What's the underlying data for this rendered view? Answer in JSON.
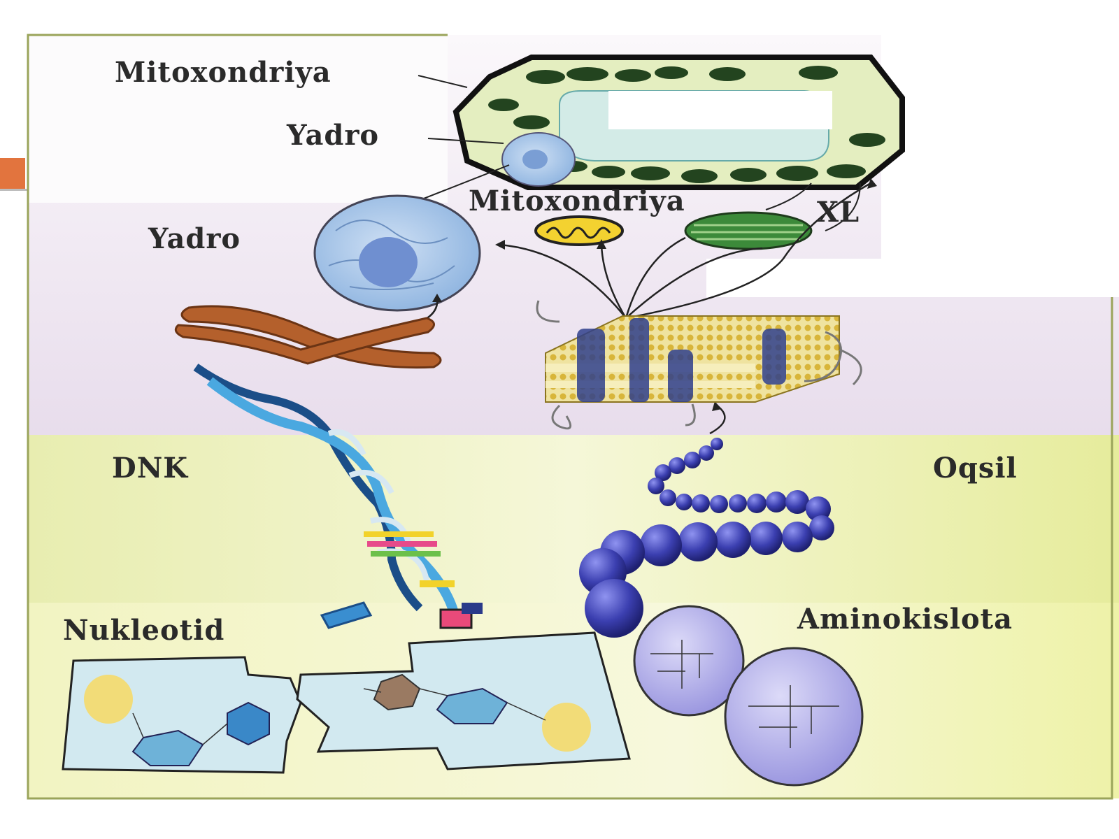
{
  "labels": {
    "mito_top": "Mitoxondriya",
    "yadro_top": "Yadro",
    "mito_mid": "Mitoxondriya",
    "xl": "XL",
    "yadro": "Yadro",
    "dnk": "DNK",
    "oqsil": "Oqsil",
    "nukleotid": "Nukleotid",
    "aminokislota": "Aminokislota"
  },
  "colors": {
    "accent": "#e2743e",
    "frame_border": "#9aa45a",
    "band_top": "#ece2ef",
    "band_mid": "#eef2b0",
    "band_bottom": "#f1f4b8",
    "cell_fill": "#e7f0c6",
    "vacuole": "#d4ece8",
    "chloroplast": "#2f5a2a",
    "nucleus": "#9fc3e8",
    "chromosome": "#b0622f",
    "dna": "#2f86c0",
    "protein_bead": "#4a4fb8",
    "amino_ball": "#a9a6e4",
    "nucleotid_box": "#cfe6ef"
  }
}
